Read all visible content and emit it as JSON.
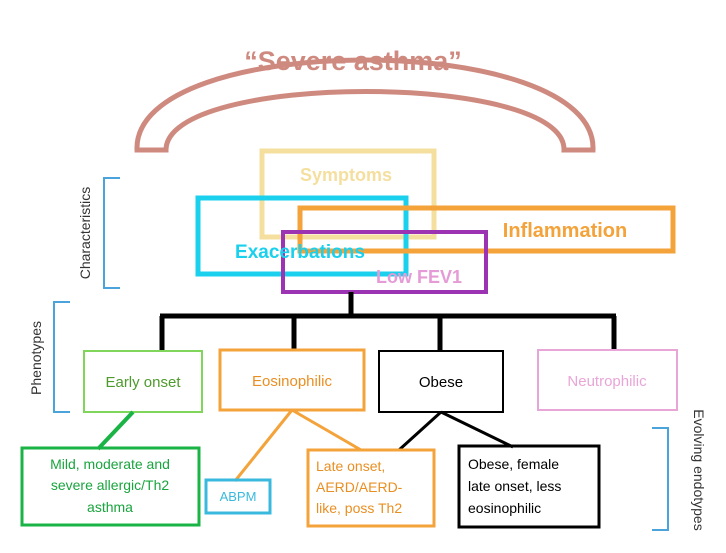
{
  "title": "“Severe asthma”",
  "side_labels": {
    "characteristics": "Characteristics",
    "phenotypes": "Phenotypes",
    "endotypes": "Evolving endotypes"
  },
  "characteristics": {
    "symptoms": "Symptoms",
    "exacerbations": "Exacerbations",
    "inflammation": "Inflammation",
    "low_fev1": "Low FEV1"
  },
  "phenotypes": {
    "early_onset": "Early onset",
    "eosinophilic": "Eosinophilic",
    "obese": "Obese",
    "neutrophilic": "Neutrophilic"
  },
  "endotypes": {
    "mild_allergic": [
      "Mild, moderate and",
      "severe allergic/Th2",
      "asthma"
    ],
    "abpm": "ABPM",
    "late_onset": [
      "Late onset,",
      "AERD/AERD-",
      "like, poss Th2"
    ],
    "obese_female": [
      "Obese, female",
      "late onset, less",
      "eosinophilic"
    ]
  },
  "colors": {
    "arch": "#cf8a80",
    "symptoms": "#f5df9f",
    "exacerbations": "#1ad0ec",
    "inflammation": "#f4a23a",
    "low_fev1": "#9b33b3",
    "low_fev1_text": "#e49bd6",
    "tree": "#000000",
    "early_onset": "#7fd65a",
    "eosinophilic": "#f4a23a",
    "obese": "#000000",
    "neutrophilic": "#e8a6d8",
    "mild_allergic": "#19b445",
    "abpm": "#39b9de",
    "bracket": "#4ba3dc",
    "side_text": "#333333"
  }
}
